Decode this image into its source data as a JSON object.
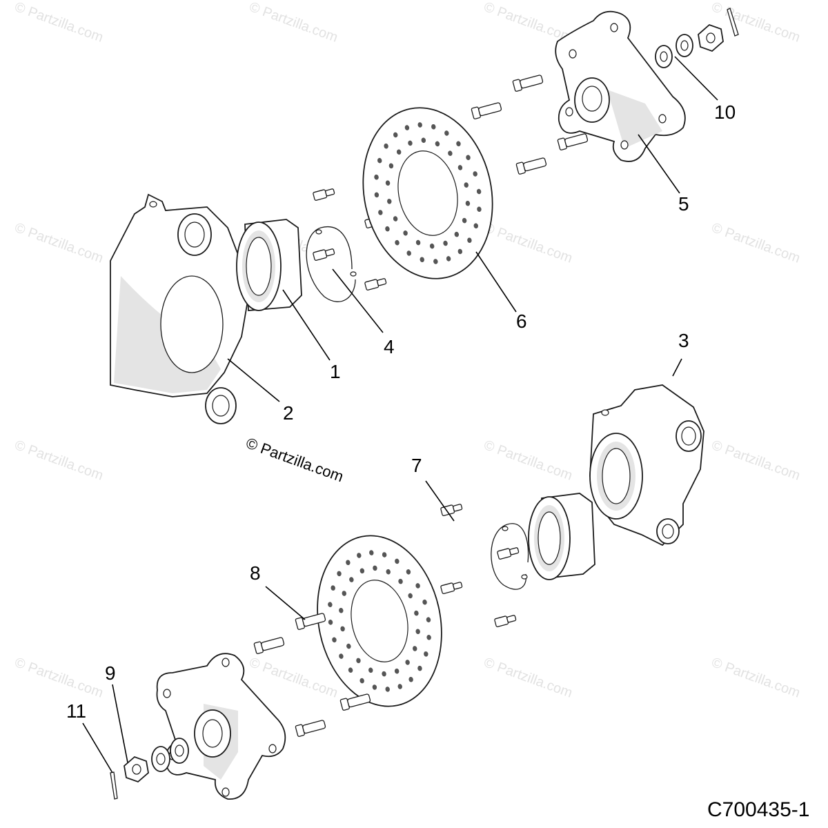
{
  "watermark": "© Partzilla.com",
  "copyright": "© Partzilla.com",
  "document_id": "C700435-1",
  "callouts": {
    "c1": "1",
    "c2": "2",
    "c3": "3",
    "c4": "4",
    "c5": "5",
    "c6": "6",
    "c7": "7",
    "c8": "8",
    "c9": "9",
    "c10": "10",
    "c11": "11"
  }
}
